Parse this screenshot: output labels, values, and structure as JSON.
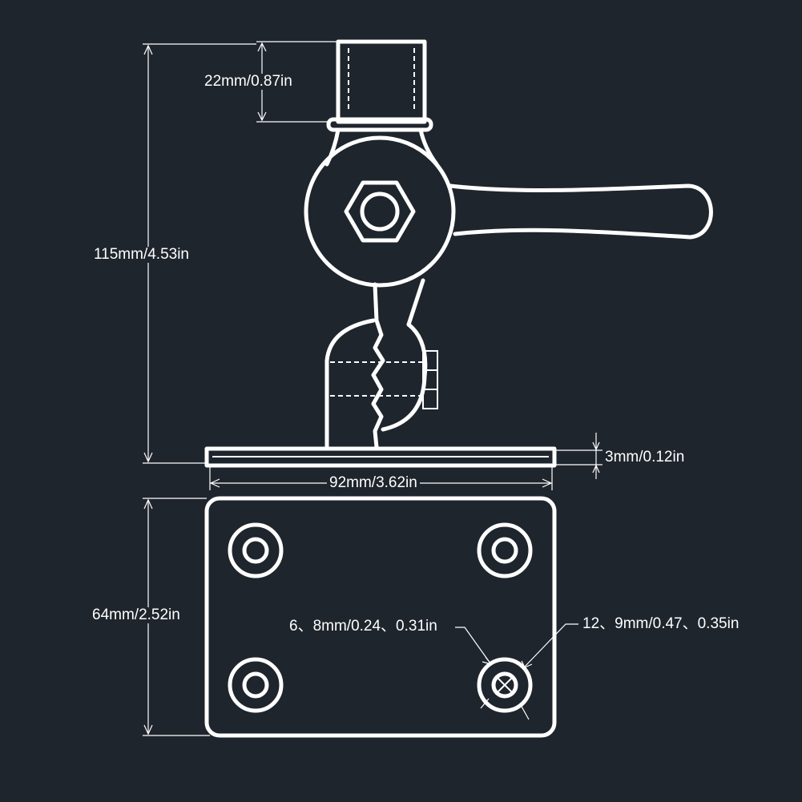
{
  "dimensions": {
    "top_tube_height": "22mm/0.87in",
    "total_height": "115mm/4.53in",
    "plate_thickness": "3mm/0.12in",
    "plate_width": "92mm/3.62in",
    "base_height": "64mm/2.52in",
    "hole_inner": "6、8mm/0.24、0.31in",
    "hole_outer": "12、9mm/0.47、0.35in"
  },
  "colors": {
    "background": "#1f252d",
    "line": "#ffffff"
  }
}
